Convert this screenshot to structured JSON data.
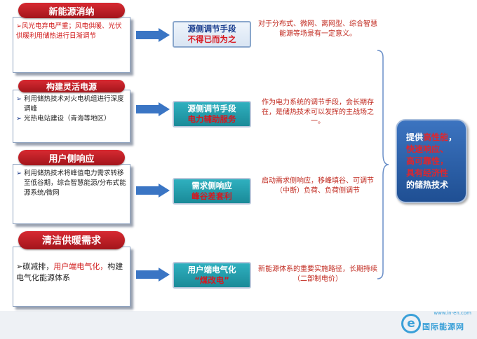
{
  "rows": [
    {
      "header": "新能源消纳",
      "content_red_prefix": "➢风光电弃电严重；",
      "content_red_rest": "风电供暖、光伏供暖利用储热进行日渐调节",
      "mid_line1": "源侧调节手段",
      "mid_line2": "不得已而为之",
      "desc": "对于分布式、微网、离网型、综合智慧能源等场景有一定意义。"
    },
    {
      "header": "构建灵活电源",
      "bullets": [
        "利用储热技术对火电机组进行深度调峰",
        "光热电站建设（青海等地区）"
      ],
      "mid_line1": "源侧调节手段",
      "mid_line2": "电力辅助服务",
      "desc": "作为电力系统的调节手段，会长期存在，是储热技术可以发挥的主战场之一。"
    },
    {
      "header": "用户侧响应",
      "bullets": [
        "利用储热技术将峰值电力需求转移至低谷期，综合智慧能源/分布式能源系统/微网"
      ],
      "mid_line1": "需求侧响应",
      "mid_line2": "峰谷差套利",
      "desc": "启动需求侧响应，移峰填谷、可调节（中断）负荷、负荷侧调节"
    },
    {
      "header": "清洁供暖需求",
      "content_prefix": "➢碳减排，",
      "content_red": "用户端电气化，",
      "content_rest": "构建电气化能源体系",
      "mid_line1": "用户端电气化",
      "mid_line2": "“煤改电”",
      "desc": "新能源体系的重要实施路径，长期持续（二部制电价）"
    }
  ],
  "result": {
    "t1": "提供",
    "t2": "高性能",
    "t3": "，",
    "t4": "快速响应、",
    "t5": "高可靠性，",
    "t6": "具有经济性",
    "t7": "的储热技术"
  },
  "logo": {
    "url": "www.in-en.com",
    "name": "国际能源网"
  },
  "colors": {
    "header_red": "#c41f26",
    "arrow_blue": "#3a75c4",
    "teal_box": "#1f9aa8",
    "desc_red": "#c0281e",
    "result_blue": "#2b5ea8"
  }
}
